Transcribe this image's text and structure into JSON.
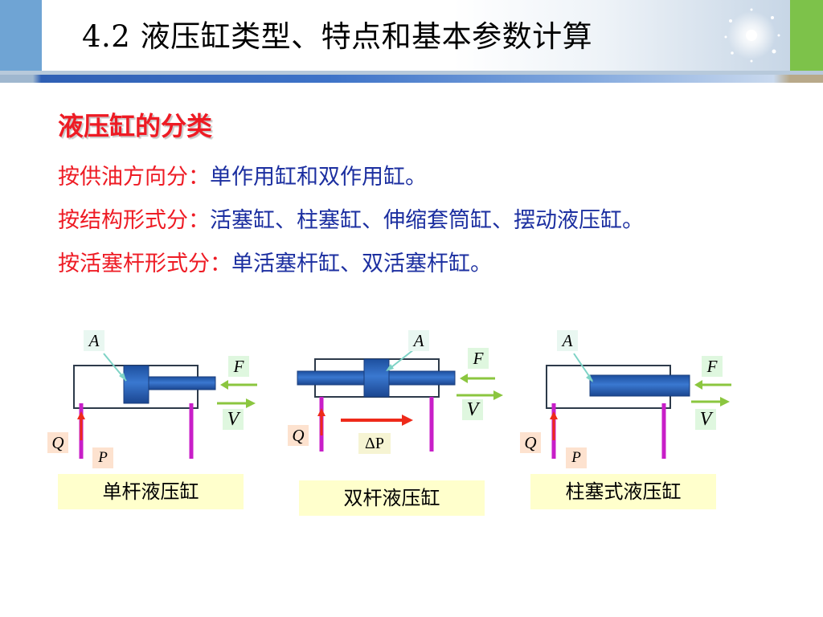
{
  "header": {
    "title": "4.2 液压缸类型、特点和基本参数计算"
  },
  "section": {
    "heading": "液压缸的分类"
  },
  "classifications": [
    {
      "label": "按供油方向分：",
      "value": "单作用缸和双作用缸。"
    },
    {
      "label": "按结构形式分：",
      "value": "活塞缸、柱塞缸、伸缩套筒缸、摆动液压缸。"
    },
    {
      "label": "按活塞杆形式分：",
      "value": "单活塞杆缸、双活塞杆缸。"
    }
  ],
  "diagrams": [
    {
      "caption": "单杆液压缸",
      "labels": {
        "A": "A",
        "F": "F",
        "V": "V",
        "Q": "Q",
        "P": "P"
      }
    },
    {
      "caption": "双杆液压缸",
      "labels": {
        "A": "A",
        "F": "F",
        "V": "V",
        "Q": "Q",
        "dP": "ΔP"
      }
    },
    {
      "caption": "柱塞式液压缸",
      "labels": {
        "A": "A",
        "F": "F",
        "V": "V",
        "Q": "Q",
        "P": "P"
      }
    }
  ],
  "colors": {
    "title_text": "#000000",
    "heading_red": "#ee1b24",
    "body_blue": "#1c2fa0",
    "cylinder_blue": "#2c63b8",
    "pipe_magenta": "#c81ec8",
    "force_arrow_green": "#8bc63f",
    "pressure_arrow_red": "#ee2a1a",
    "caption_bg": "#ffffcc"
  }
}
